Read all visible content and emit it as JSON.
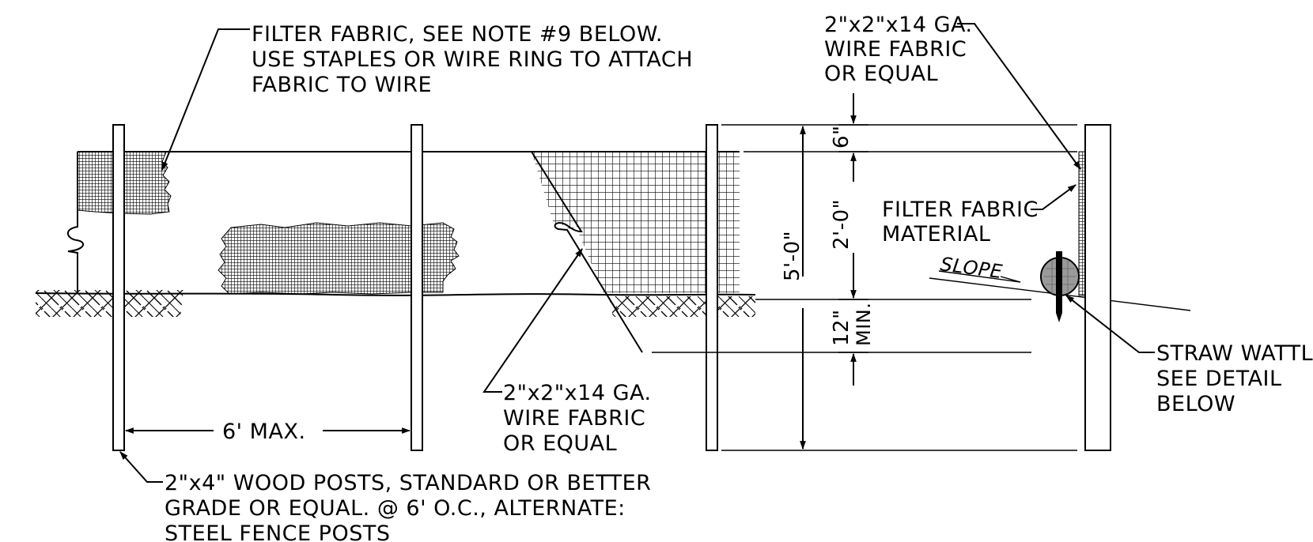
{
  "labels": {
    "filter_fabric_note": [
      "FILTER FABRIC, SEE NOTE #9 BELOW.",
      "USE STAPLES OR WIRE RING TO ATTACH",
      "FABRIC TO WIRE"
    ],
    "wire_fabric_top": [
      "2\"x2\"x14 GA.",
      "WIRE FABRIC",
      "OR EQUAL"
    ],
    "wire_fabric_mid": [
      "2\"x2\"x14 GA.",
      "WIRE FABRIC",
      "OR EQUAL"
    ],
    "wood_posts": [
      "2\"x4\" WOOD POSTS, STANDARD OR BETTER",
      "GRADE OR EQUAL. @ 6' O.C., ALTERNATE:",
      "STEEL FENCE POSTS"
    ],
    "filter_fabric_material": [
      "FILTER FABRIC",
      "MATERIAL"
    ],
    "straw_wattle": [
      "STRAW WATTLE",
      "SEE DETAIL",
      "BELOW"
    ],
    "slope": "SLOPE",
    "post_spacing": "6' MAX."
  },
  "dimensions": {
    "top_gap": "6\"",
    "fabric_height": "2'-0\"",
    "total_height": "5'-0\"",
    "embed_depth_value": "12\"",
    "embed_depth_suffix": "MIN."
  },
  "colors": {
    "ink": "#000000",
    "wattle_fill": "#9a9a9a",
    "background": "#ffffff"
  }
}
